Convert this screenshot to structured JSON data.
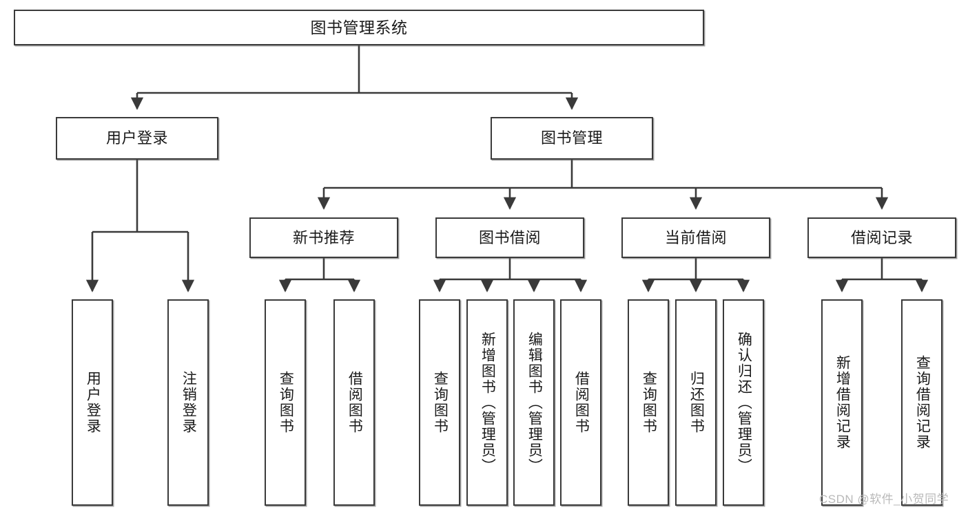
{
  "diagram": {
    "title": "图书管理系统",
    "watermark": "CSDN @软件_小贺同学",
    "colors": {
      "border": "#3a3a3a",
      "background": "#ffffff",
      "text": "#1a1a1a",
      "watermark": "#b9b9b9"
    },
    "nodes": {
      "root": {
        "label": "图书管理系统"
      },
      "level2": [
        {
          "id": "user-login",
          "label": "用户登录"
        },
        {
          "id": "book-management",
          "label": "图书管理"
        }
      ],
      "level3": [
        {
          "id": "new-book-recommend",
          "label": "新书推荐"
        },
        {
          "id": "book-borrow",
          "label": "图书借阅"
        },
        {
          "id": "current-borrow",
          "label": "当前借阅"
        },
        {
          "id": "borrow-record",
          "label": "借阅记录"
        }
      ],
      "leaves": {
        "user_login": [
          {
            "id": "leaf-user-login",
            "label": "用户登录"
          },
          {
            "id": "leaf-logout",
            "label": "注销登录"
          }
        ],
        "new_book_recommend": [
          {
            "id": "leaf-query-book-1",
            "label": "查询图书"
          },
          {
            "id": "leaf-borrow-book-1",
            "label": "借阅图书"
          }
        ],
        "book_borrow": [
          {
            "id": "leaf-query-book-2",
            "label": "查询图书"
          },
          {
            "id": "leaf-add-book",
            "label": "新增图书（管理员）"
          },
          {
            "id": "leaf-edit-book",
            "label": "编辑图书（管理员）"
          },
          {
            "id": "leaf-borrow-book-2",
            "label": "借阅图书"
          }
        ],
        "current_borrow": [
          {
            "id": "leaf-query-book-3",
            "label": "查询图书"
          },
          {
            "id": "leaf-return-book",
            "label": "归还图书"
          },
          {
            "id": "leaf-confirm-return",
            "label": "确认归还（管理员）"
          }
        ],
        "borrow_record": [
          {
            "id": "leaf-add-record",
            "label": "新增借阅记录"
          },
          {
            "id": "leaf-query-record",
            "label": "查询借阅记录"
          }
        ]
      }
    }
  }
}
